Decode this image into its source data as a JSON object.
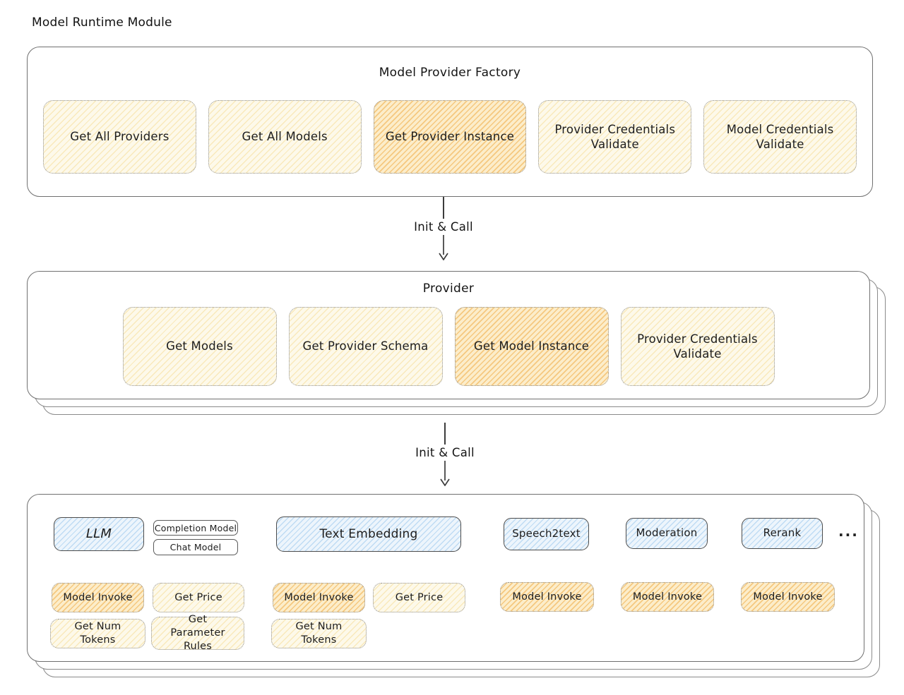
{
  "page": {
    "title": "Model Runtime Module",
    "ellipsis": "..."
  },
  "colors": {
    "cream_fill": "#fdf9ea",
    "cream_hatch": "#f2d276",
    "orange_fill": "#fcedca",
    "orange_hatch": "#eea63a",
    "blue_fill": "#edf5fc",
    "blue_hatch": "#7ab4e6",
    "box_border": "#707070",
    "dotted_border": "#8f8f8f",
    "text": "#1d1d1d"
  },
  "factory": {
    "title": "Model Provider Factory",
    "buttons": [
      {
        "label": "Get All Providers",
        "highlighted": false
      },
      {
        "label": "Get All Models",
        "highlighted": false
      },
      {
        "label": "Get Provider Instance",
        "highlighted": true
      },
      {
        "label": "Provider Credentials Validate",
        "highlighted": false
      },
      {
        "label": "Model Credentials Validate",
        "highlighted": false
      }
    ]
  },
  "arrows": [
    {
      "label": "Init & Call"
    },
    {
      "label": "Init & Call"
    }
  ],
  "provider": {
    "title": "Provider",
    "buttons": [
      {
        "label": "Get Models",
        "highlighted": false
      },
      {
        "label": "Get Provider Schema",
        "highlighted": false
      },
      {
        "label": "Get Model Instance",
        "highlighted": true
      },
      {
        "label": "Provider Credentials Validate",
        "highlighted": false
      }
    ]
  },
  "model_types": [
    {
      "label": "LLM",
      "tags": [
        "Completion Model",
        "Chat Model"
      ],
      "methods": [
        {
          "label": "Model Invoke",
          "highlighted": true
        },
        {
          "label": "Get Price",
          "highlighted": false
        },
        {
          "label": "Get Num Tokens",
          "highlighted": false
        },
        {
          "label": "Get Parameter Rules",
          "highlighted": false
        }
      ]
    },
    {
      "label": "Text Embedding",
      "methods": [
        {
          "label": "Model Invoke",
          "highlighted": true
        },
        {
          "label": "Get Price",
          "highlighted": false
        },
        {
          "label": "Get Num Tokens",
          "highlighted": false
        }
      ]
    },
    {
      "label": "Speech2text",
      "methods": [
        {
          "label": "Model Invoke",
          "highlighted": true
        }
      ]
    },
    {
      "label": "Moderation",
      "methods": [
        {
          "label": "Model Invoke",
          "highlighted": true
        }
      ]
    },
    {
      "label": "Rerank",
      "methods": [
        {
          "label": "Model Invoke",
          "highlighted": true
        }
      ]
    }
  ]
}
